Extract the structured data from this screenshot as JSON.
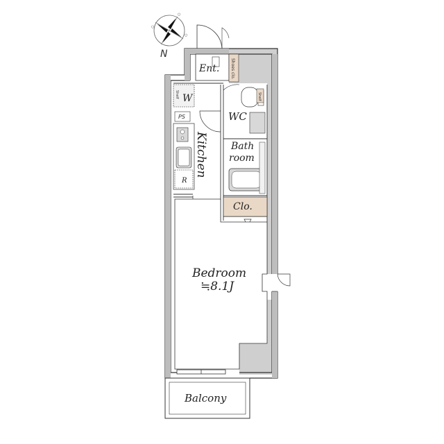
{
  "compass": {
    "north_label": "N"
  },
  "rooms": {
    "entrance": "Ent.",
    "shoes_closet": "Shoes clo.",
    "shelf": "Shelf",
    "ps": "PS",
    "kitchen": "Kitchen",
    "refrigerator": "R",
    "wc": "WC",
    "bathroom_line1": "Bath",
    "bathroom_line2": "room",
    "closet": "Clo.",
    "bedroom": "Bedroom",
    "bedroom_size": "≒8.1J",
    "balcony": "Balcony",
    "washer": "W",
    "shelf_w": "Shelf"
  },
  "colors": {
    "wall": "#8a8a8a",
    "shaded_area": "#cfcfcf",
    "closet_fill": "#ead8c7",
    "line": "#333333"
  }
}
